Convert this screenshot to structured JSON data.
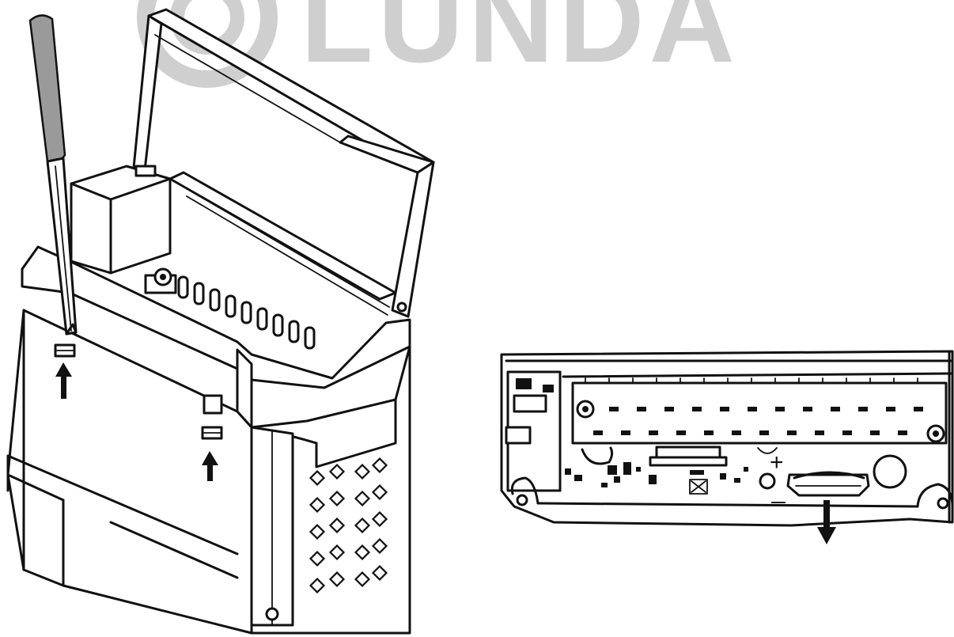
{
  "watermark": {
    "text": "LUNDA",
    "color": "#cfcfcf"
  },
  "colors": {
    "line": "#111111",
    "background": "#ffffff",
    "handle": "#9a9a9a"
  },
  "left_figure": {
    "tool": "screwdriver",
    "arrows": [
      "up-arrow",
      "up-arrow"
    ]
  },
  "right_figure": {
    "marks": {
      "plus": "+",
      "minus": "—"
    },
    "arrows": [
      "down-arrow"
    ]
  }
}
